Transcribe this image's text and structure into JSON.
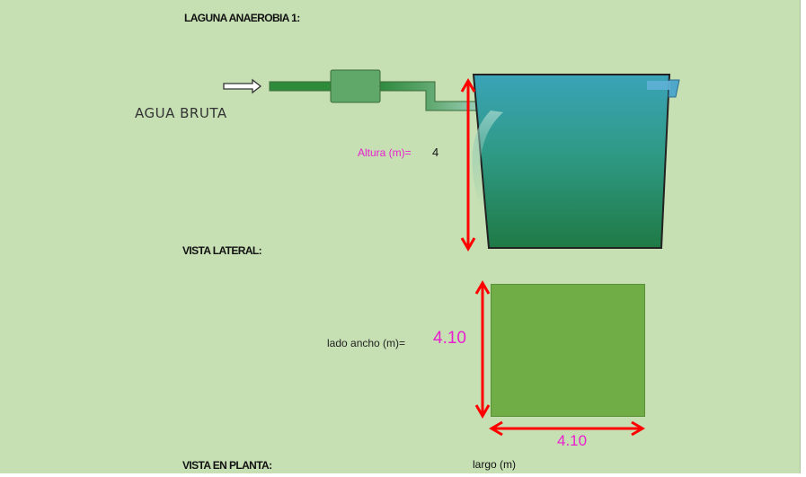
{
  "title": "LAGUNA ANAEROBIA 1:",
  "inlet_label": "AGUA BRUTA",
  "side_view": {
    "label": "VISTA LATERAL:",
    "height_label": "Altura (m)=",
    "height_value": "4"
  },
  "plan_view": {
    "label": "VISTA EN PLANTA:",
    "width_label": "lado ancho (m)=",
    "width_value": "4.10",
    "length_value": "4.10",
    "length_label": "largo (m)"
  },
  "colors": {
    "background": "#c6e0b4",
    "dimension_arrow": "#ff0000",
    "value_highlight": "#e91ecf",
    "plan_square": "#70ad47"
  }
}
